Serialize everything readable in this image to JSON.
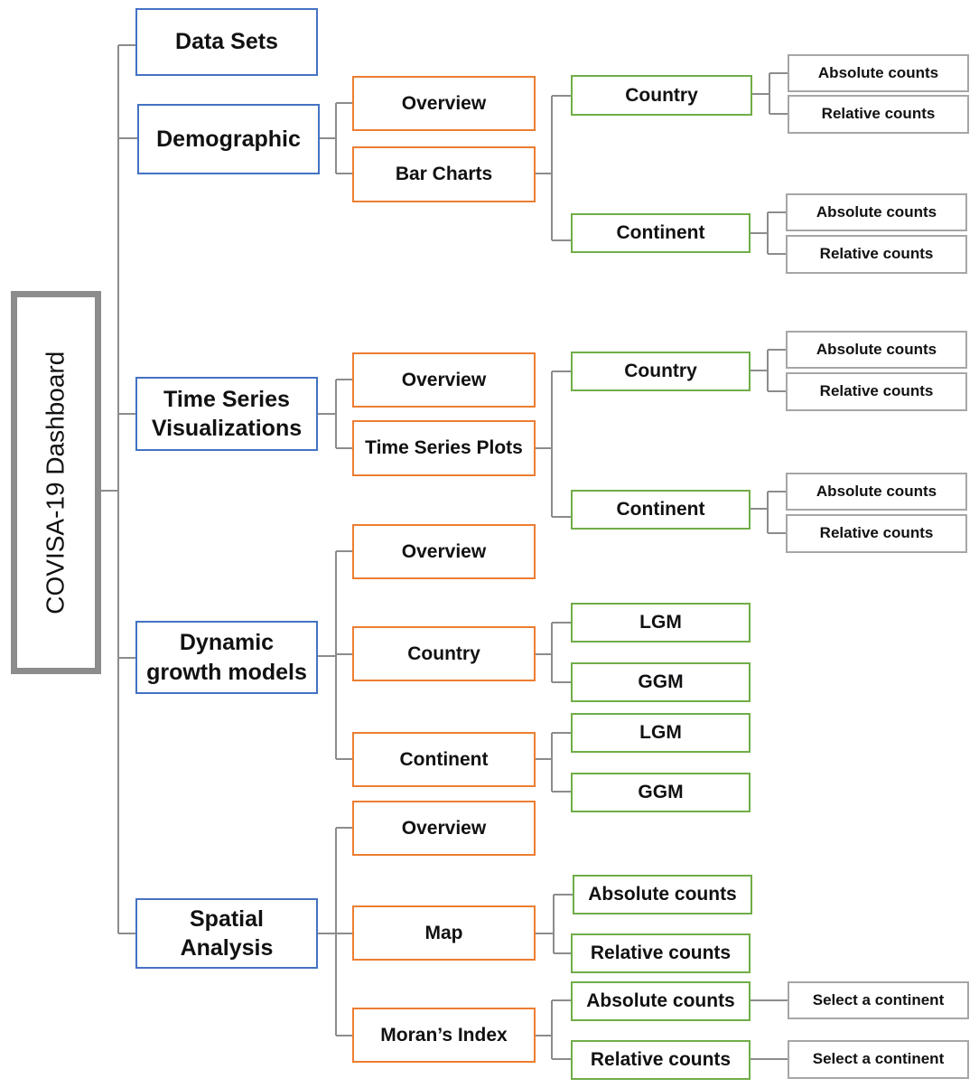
{
  "root": {
    "label": "COVISA-19 Dashboard"
  },
  "sections": {
    "datasets": {
      "label": "Data Sets"
    },
    "demographic": {
      "label": "Demographic",
      "overview": "Overview",
      "barcharts": "Bar Charts",
      "country": "Country",
      "continent": "Continent",
      "country_abs": "Absolute counts",
      "country_rel": "Relative counts",
      "continent_abs": "Absolute counts",
      "continent_rel": "Relative counts"
    },
    "timeseries": {
      "label": "Time Series\nVisualizations",
      "overview": "Overview",
      "plots": "Time Series Plots",
      "country": "Country",
      "continent": "Continent",
      "country_abs": "Absolute counts",
      "country_rel": "Relative counts",
      "continent_abs": "Absolute counts",
      "continent_rel": "Relative counts"
    },
    "dynamic": {
      "label": "Dynamic\ngrowth models",
      "overview": "Overview",
      "country": "Country",
      "continent": "Continent",
      "country_lgm": "LGM",
      "country_ggm": "GGM",
      "continent_lgm": "LGM",
      "continent_ggm": "GGM"
    },
    "spatial": {
      "label": "Spatial\nAnalysis",
      "overview": "Overview",
      "map": "Map",
      "moran": "Moran’s Index",
      "map_abs": "Absolute counts",
      "map_rel": "Relative counts",
      "moran_abs": "Absolute counts",
      "moran_rel": "Relative counts",
      "moran_abs_select": "Select a  continent",
      "moran_rel_select": "Select a  continent"
    }
  },
  "colors": {
    "level1": "#4472c4",
    "level2": "#ed7d31",
    "level3": "#70ad47",
    "level4": "#a6a6a6",
    "root": "#8c8c8c",
    "connector": "#8c8c8c"
  }
}
